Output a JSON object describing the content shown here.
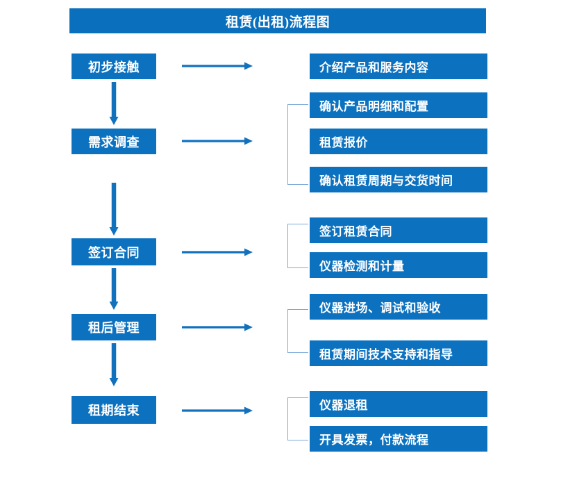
{
  "diagram": {
    "title": "租赁(出租)流程图",
    "theme": {
      "box_fill": "#0c72c0",
      "title_fill": "#0a6fbd",
      "text_color": "#ffffff",
      "arrow_color": "#1271bd",
      "bracket_color": "#7aa8d8",
      "background": "#ffffff"
    },
    "stages": [
      {
        "label": "初步接触",
        "details": [
          "介绍产品和服务内容"
        ]
      },
      {
        "label": "需求调查",
        "details": [
          "确认产品明细和配置",
          "租赁报价",
          "确认租赁周期与交货时间"
        ]
      },
      {
        "label": "签订合同",
        "details": [
          "签订租赁合同",
          "仪器检测和计量"
        ]
      },
      {
        "label": "租后管理",
        "details": [
          "仪器进场、调试和验收",
          "租赁期间技术支持和指导"
        ]
      },
      {
        "label": "租期结束",
        "details": [
          "仪器退租",
          "开具发票，付款流程"
        ]
      }
    ],
    "connectors": {
      "horizontal_arrow": "right-arrow",
      "vertical_arrow": "down-arrow",
      "group_bracket": "left-bracket"
    }
  }
}
